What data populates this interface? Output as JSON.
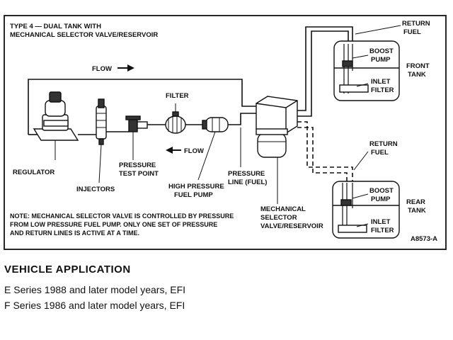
{
  "diagram": {
    "title_line1": "TYPE 4 — DUAL TANK WITH",
    "title_line2": "MECHANICAL SELECTOR VALVE/RESERVOIR",
    "flow_top": "FLOW",
    "flow_bottom": "FLOW",
    "regulator": "REGULATOR",
    "injectors": "INJECTORS",
    "filter": "FILTER",
    "pressure_test_point_1": "PRESSURE",
    "pressure_test_point_2": "TEST POINT",
    "hp_pump_1": "HIGH PRESSURE",
    "hp_pump_2": "FUEL PUMP",
    "pressure_line_1": "PRESSURE",
    "pressure_line_2": "LINE (FUEL)",
    "selector_1": "MECHANICAL",
    "selector_2": "SELECTOR",
    "selector_3": "VALVE/RESERVOIR",
    "front_return_1": "RETURN",
    "front_return_2": "FUEL",
    "front_boost_1": "BOOST",
    "front_boost_2": "PUMP",
    "front_inlet_1": "INLET",
    "front_inlet_2": "FILTER",
    "front_tank_1": "FRONT",
    "front_tank_2": "TANK",
    "rear_return_1": "RETURN",
    "rear_return_2": "FUEL",
    "rear_boost_1": "BOOST",
    "rear_boost_2": "PUMP",
    "rear_inlet_1": "INLET",
    "rear_inlet_2": "FILTER",
    "rear_tank_1": "REAR",
    "rear_tank_2": "TANK",
    "note_1": "NOTE: MECHANICAL SELECTOR VALVE IS CONTROLLED BY PRESSURE",
    "note_2": "FROM LOW PRESSURE FUEL PUMP. ONLY ONE SET OF PRESSURE",
    "note_3": "AND RETURN LINES IS ACTIVE AT A TIME.",
    "figure_code": "A8573-A"
  },
  "application": {
    "heading": "VEHICLE APPLICATION",
    "lines": [
      "E Series 1988 and later model years, EFI",
      "F Series 1986 and later model years, EFI"
    ]
  }
}
